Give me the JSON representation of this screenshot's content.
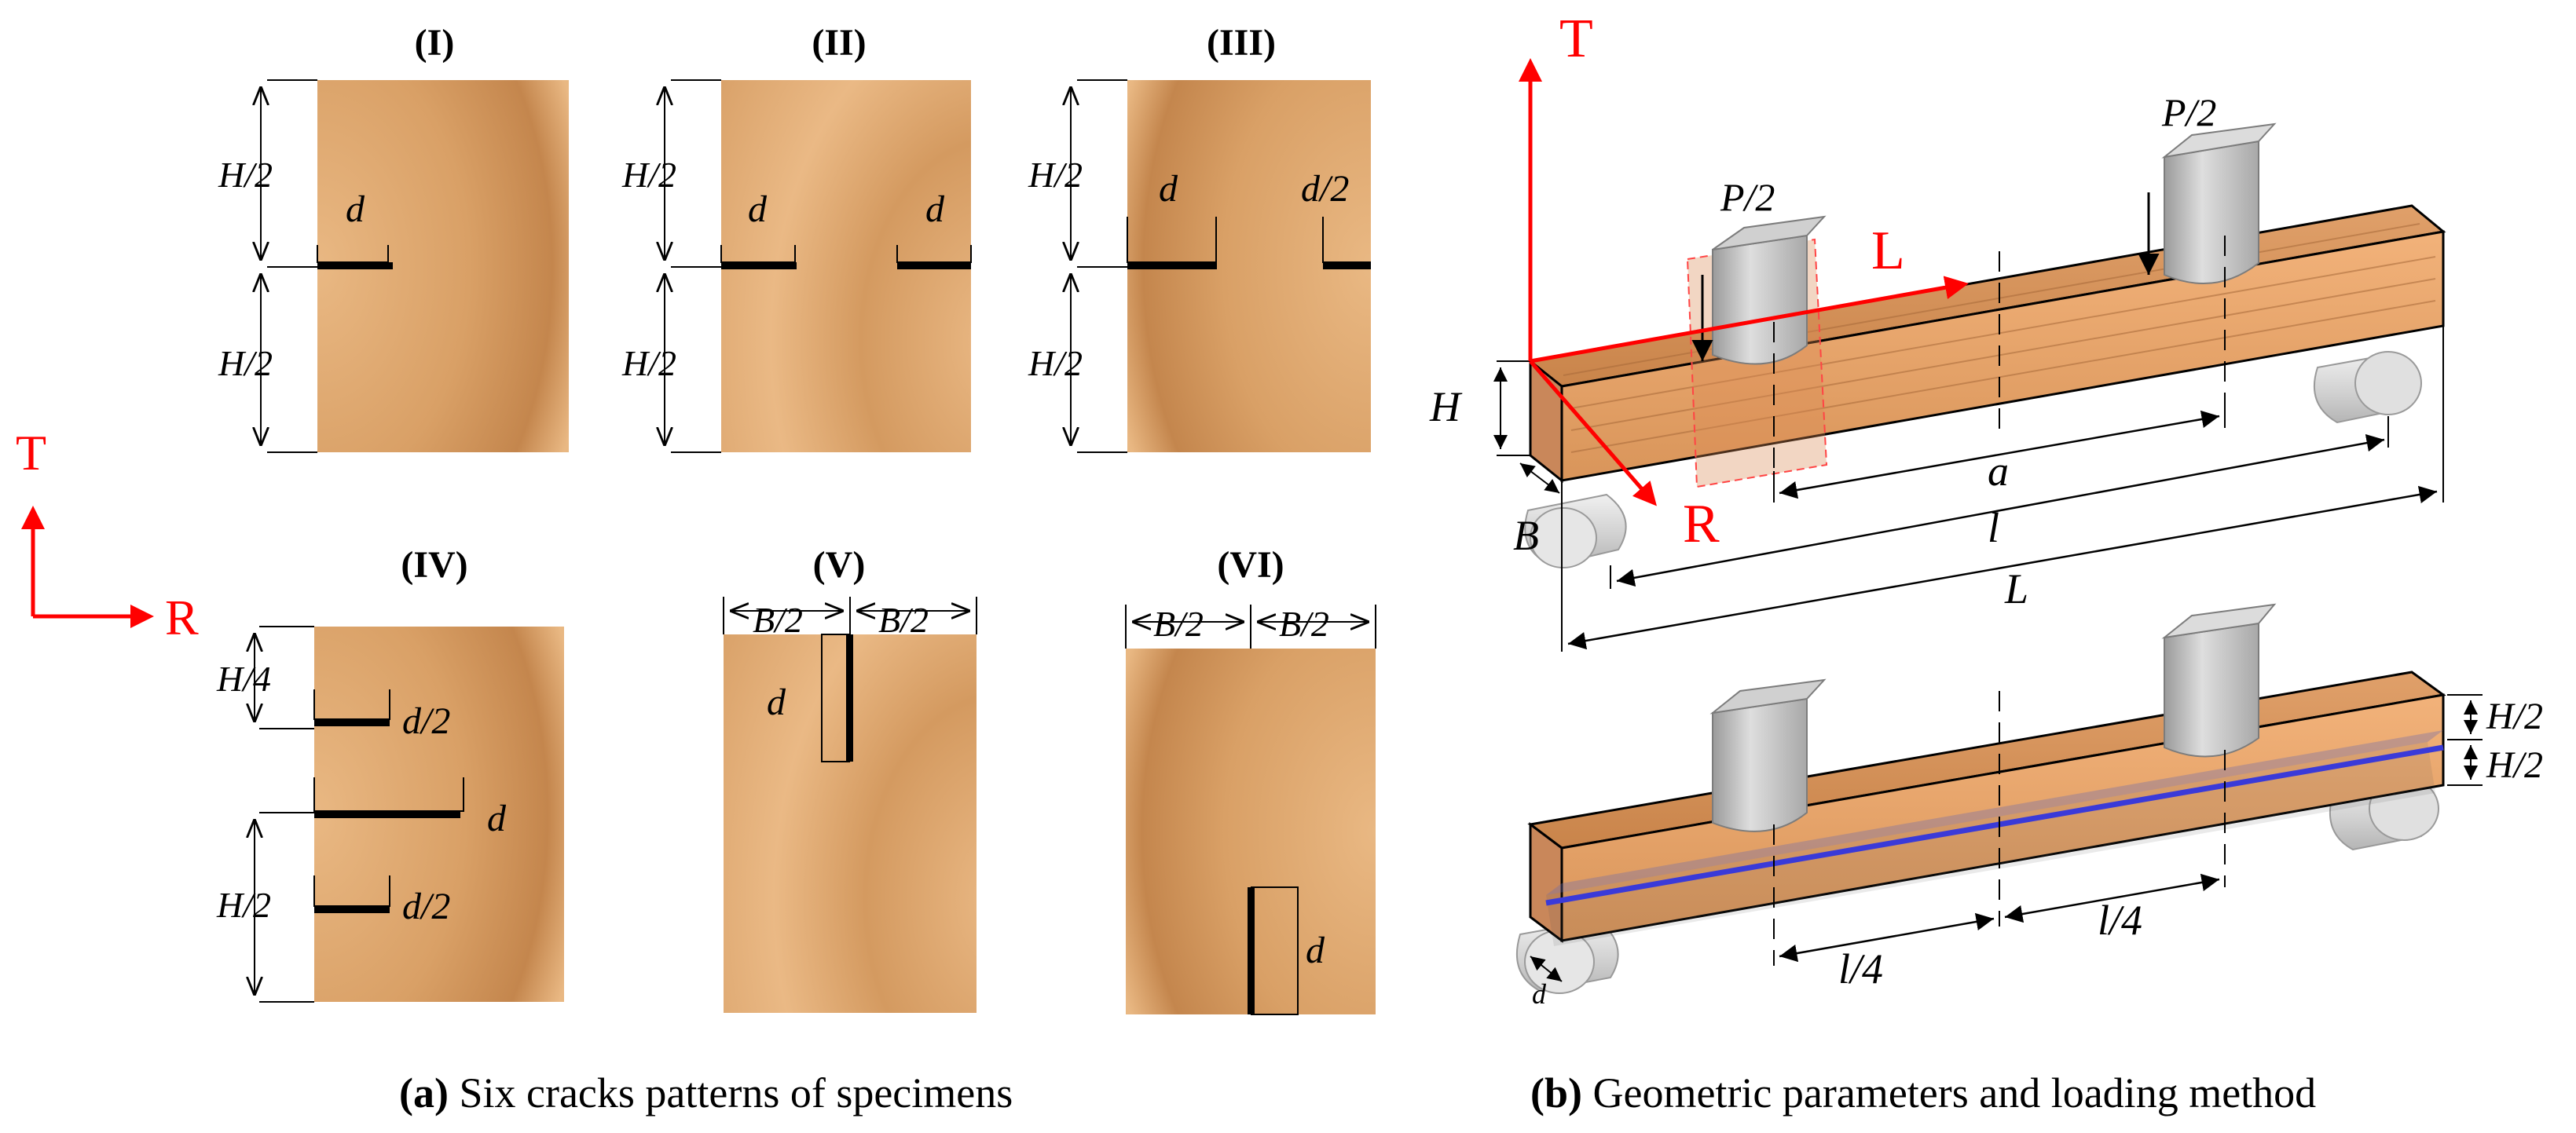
{
  "axes_left": {
    "vertical": "T",
    "horizontal": "R"
  },
  "panel_a": {
    "caption_tag": "(a)",
    "caption_text": " Six cracks patterns of specimens",
    "specimens": [
      {
        "label": "(I)",
        "dims": [
          "H/2",
          "H/2"
        ],
        "cracks": [
          "d"
        ]
      },
      {
        "label": "(II)",
        "dims": [
          "H/2",
          "H/2"
        ],
        "cracks": [
          "d",
          "d"
        ]
      },
      {
        "label": "(III)",
        "dims": [
          "H/2",
          "H/2"
        ],
        "cracks": [
          "d",
          "d/2"
        ]
      },
      {
        "label": "(IV)",
        "dims": [
          "H/4",
          "H/2"
        ],
        "cracks": [
          "d/2",
          "d",
          "d/2"
        ]
      },
      {
        "label": "(V)",
        "dims": [
          "B/2",
          "B/2"
        ],
        "cracks": [
          "d"
        ]
      },
      {
        "label": "(VI)",
        "dims": [
          "B/2",
          "B/2"
        ],
        "cracks": [
          "d"
        ]
      }
    ]
  },
  "panel_b": {
    "caption_tag": "(b)",
    "caption_text": " Geometric parameters and loading method",
    "axes": {
      "t": "T",
      "l": "L",
      "r": "R"
    },
    "loads": [
      "P/2",
      "P/2"
    ],
    "beam1_dims": {
      "height": "H",
      "width": "B",
      "a": "a",
      "l": "l",
      "L": "L"
    },
    "beam2_dims": {
      "half_top": "H/2",
      "half_bottom": "H/2",
      "quarter_left": "l/4",
      "quarter_right": "l/4",
      "depth": "d"
    }
  },
  "colors": {
    "axis_red": "#ff0000",
    "crack_line": "#3a3ad8",
    "wood_light": "#e8b47e",
    "wood_dark": "#b9773f"
  }
}
